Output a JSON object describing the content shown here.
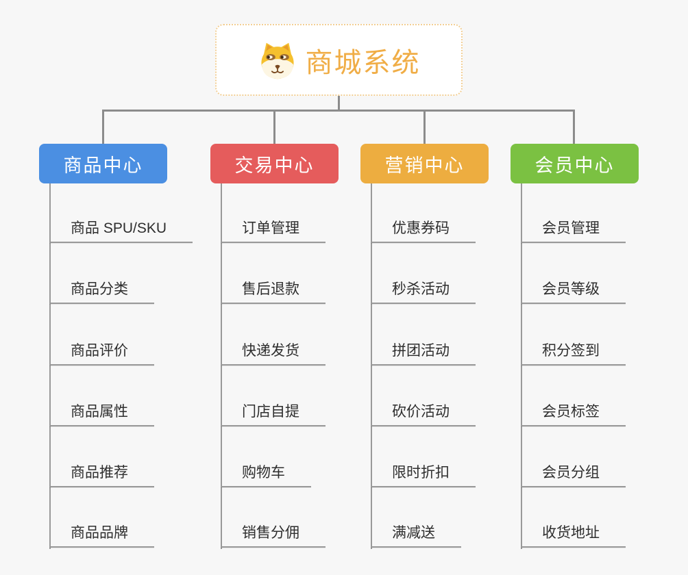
{
  "root": {
    "title": "商城系统",
    "icon": "dog-face-icon"
  },
  "branches": [
    {
      "label": "商品中心",
      "color": "#4b8fe2",
      "items": [
        "商品 SPU/SKU",
        "商品分类",
        "商品评价",
        "商品属性",
        "商品推荐",
        "商品品牌"
      ]
    },
    {
      "label": "交易中心",
      "color": "#e55c5c",
      "items": [
        "订单管理",
        "售后退款",
        "快递发货",
        "门店自提",
        "购物车",
        "销售分佣"
      ]
    },
    {
      "label": "营销中心",
      "color": "#edad40",
      "items": [
        "优惠券码",
        "秒杀活动",
        "拼团活动",
        "砍价活动",
        "限时折扣",
        "满减送"
      ]
    },
    {
      "label": "会员中心",
      "color": "#7bc142",
      "items": [
        "会员管理",
        "会员等级",
        "积分签到",
        "会员标签",
        "会员分组",
        "收货地址"
      ]
    }
  ],
  "colors": {
    "background": "#f7f7f7",
    "root_border": "#f2ce93",
    "root_text": "#f0ad46",
    "connector": "#8c8c8c",
    "item_underline": "#999999",
    "item_text": "#2e2e2e"
  }
}
